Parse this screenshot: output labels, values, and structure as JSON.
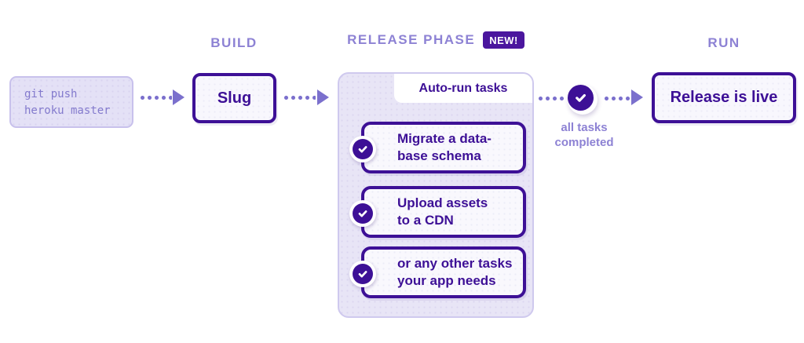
{
  "stages": {
    "build": "BUILD",
    "release_phase": "RELEASE PHASE",
    "new_badge": "NEW!",
    "run": "RUN"
  },
  "git_box": {
    "line1": "git push",
    "line2": "heroku master"
  },
  "build": {
    "slug_label": "Slug"
  },
  "panel": {
    "tab_label": "Auto-run tasks",
    "tasks": [
      {
        "line1": "Migrate a data-",
        "line2": "base schema"
      },
      {
        "line1": "Upload assets",
        "line2": "to a CDN"
      },
      {
        "line1": "or any other tasks",
        "line2": "your app needs"
      }
    ]
  },
  "completed": {
    "line1": "all tasks",
    "line2": "completed"
  },
  "run": {
    "release_label": "Release is live"
  },
  "icons": {
    "check": "check-icon",
    "arrow": "arrow-head-icon"
  },
  "colors": {
    "dark_purple": "#3d1096",
    "label_purple": "#8d82d4",
    "arrow_purple": "#7b70cd",
    "panel_bg": "#e8e5f6",
    "git_box_bg": "#e4e1f6",
    "node_bg": "#f8f7fd",
    "badge_bg": "#4b169e"
  }
}
